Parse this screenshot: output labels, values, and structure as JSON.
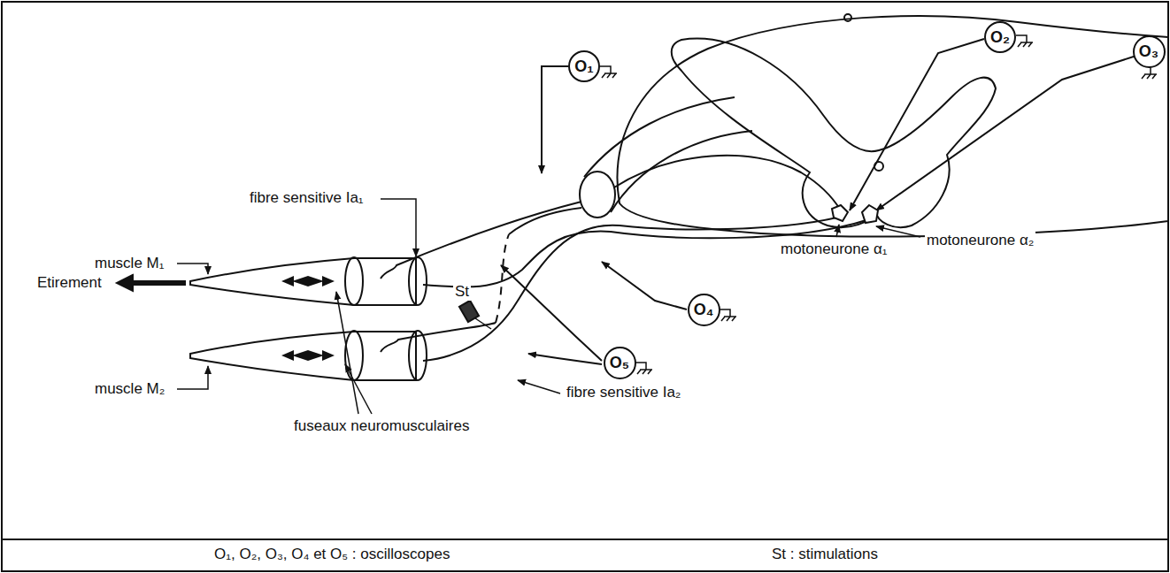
{
  "diagram": {
    "nodes": [
      {
        "text": [
          "O₁"
        ]
      },
      {
        "text": [
          "O₂"
        ]
      },
      {
        "text": [
          "O₃"
        ]
      },
      {
        "text": [
          "O₄"
        ]
      },
      {
        "text": [
          "O₅"
        ]
      }
    ],
    "labels": [
      "fibre sensitive Ia₁",
      "muscle M₁",
      "Etirement",
      "muscle M₂",
      "St",
      "fibre sensitive Ia₂",
      "fuseaux neuromusculaires",
      "motoneurone α₁",
      "motoneurone α₂",
      "O₁, O₂, O₃,  O₄ et O₅ : oscilloscopes",
      "St : stimulations"
    ]
  }
}
